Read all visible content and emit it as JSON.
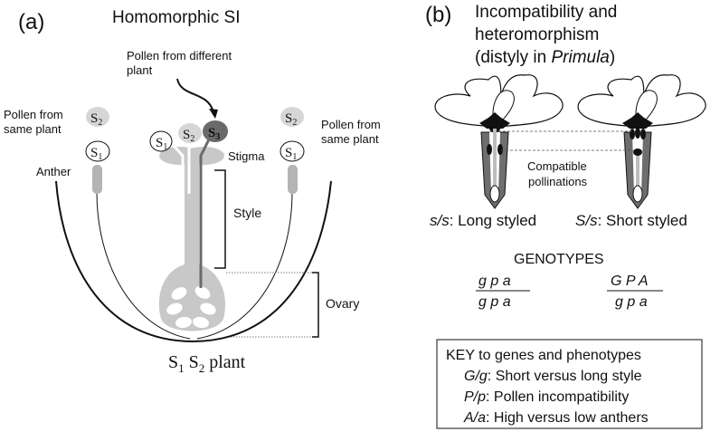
{
  "panel_a": {
    "label": "(a)",
    "title": "Homomorphic SI",
    "pollen_different": [
      "Pollen from different",
      "plant"
    ],
    "pollen_same_left": [
      "Pollen from",
      "same plant"
    ],
    "pollen_same_right": [
      "Pollen from",
      "same plant"
    ],
    "anther": "Anther",
    "stigma": "Stigma",
    "style": "Style",
    "ovary": "Ovary",
    "alleles": {
      "s": "S",
      "sub1": "1",
      "sub2": "2",
      "sub3": "3"
    },
    "plant": {
      "s1": "S",
      "sub1": "1",
      "s2": " S",
      "sub2": "2",
      "word": " plant"
    }
  },
  "panel_b": {
    "label": "(b)",
    "title": [
      "Incompatibility and",
      "heteromorphism"
    ],
    "title_line3": {
      "prefix": "(distyly in ",
      "genus": "Primula",
      "suffix": ")"
    },
    "compatible": [
      "Compatible",
      "pollinations"
    ],
    "long": {
      "geno": "s/s",
      "text": ": Long styled"
    },
    "short": {
      "geno": "S/s",
      "text": ": Short styled"
    },
    "genotypes_heading": "GENOTYPES",
    "genotype_long": {
      "top": "g p a",
      "bottom": "g p a"
    },
    "genotype_short": {
      "top": "G P A",
      "bottom": "g p a"
    },
    "key": {
      "title": "KEY to genes and phenotypes",
      "rows": [
        {
          "gene": "G/g",
          "text": ": Short versus long style"
        },
        {
          "gene": "P/p",
          "text": ": Pollen incompatibility"
        },
        {
          "gene": "A/a",
          "text": ": High versus low anthers"
        }
      ]
    }
  },
  "colors": {
    "pistil": "#c8c8c8",
    "s3_pollen": "#6a6a6a",
    "s2_pollen": "#d6d6d6",
    "flower_tube": "#6e6e6e",
    "black": "#111111"
  }
}
